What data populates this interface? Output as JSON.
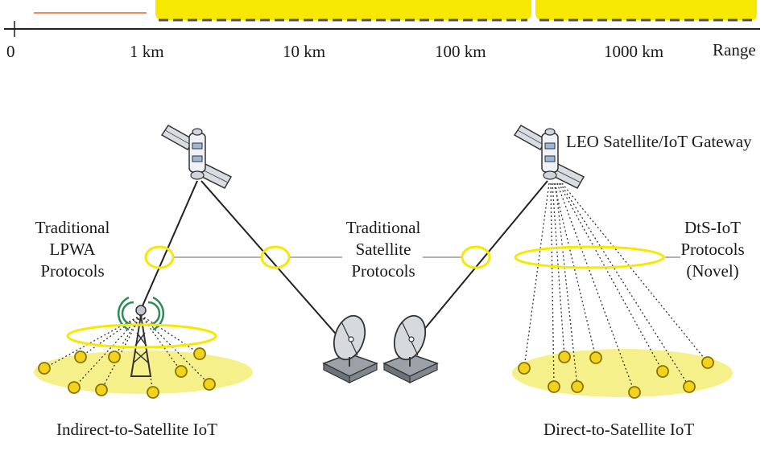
{
  "range_axis": {
    "ticks": [
      "0",
      "1 km",
      "10 km",
      "100 km",
      "1000 km"
    ],
    "axis_label": "Range"
  },
  "labels": {
    "leo_gateway": "LEO Satellite/IoT Gateway",
    "traditional_lpwa": [
      "Traditional",
      "LPWA",
      "Protocols"
    ],
    "traditional_satellite": [
      "Traditional",
      "Satellite",
      "Protocols"
    ],
    "dts_iot": [
      "DtS-IoT",
      "Protocols",
      "(Novel)"
    ],
    "indirect": "Indirect-to-Satellite IoT",
    "direct": "Direct-to-Satellite IoT"
  },
  "colors": {
    "highlight_yellow": "#f7e800",
    "field_yellow": "#f5f08a",
    "node_fill": "#f3d21b",
    "node_stroke": "#8a7400",
    "range_short": "#f08a5a",
    "dashed_band": "#555555",
    "link_line": "#222222",
    "dotted_link": "#333333"
  },
  "icons": {
    "satellite": "leo-satellite-icon",
    "tower": "cell-tower-icon",
    "dish": "satellite-dish-icon",
    "node": "iot-device-node-icon"
  }
}
